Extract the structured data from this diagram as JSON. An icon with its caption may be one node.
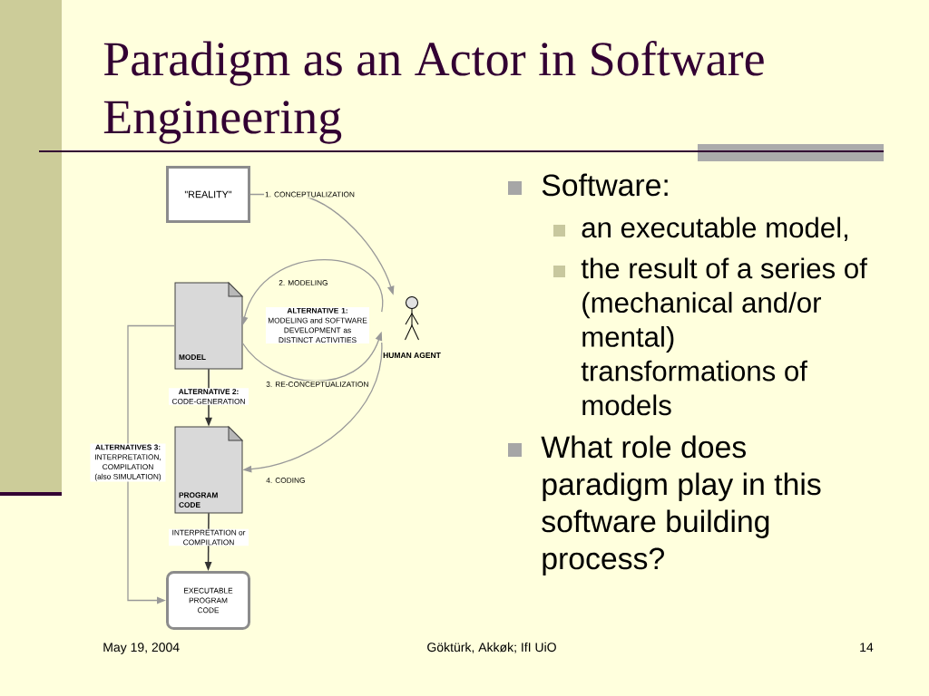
{
  "diagram": {
    "title": "Paradigm as an Actor in Software Engineering",
    "nodes": [
      {
        "text": [
          "\"REALITY\""
        ]
      },
      {
        "text": [
          "MODEL"
        ]
      },
      {
        "text": [
          "HUMAN AGENT"
        ]
      },
      {
        "text": [
          "PROGRAM CODE"
        ]
      },
      {
        "text": [
          "EXECUTABLE PROGRAM CODE"
        ]
      }
    ],
    "edges": [
      {
        "from": 0,
        "to": 2,
        "arrow": "to",
        "label": "1. CONCEPTUALIZATION"
      },
      {
        "from": 2,
        "to": 1,
        "arrow": "to",
        "label": "2. MODELING"
      },
      {
        "from": 1,
        "to": 2,
        "arrow": "to",
        "label": "3. RE-CONCEPTUALIZATION"
      },
      {
        "from": 2,
        "to": 3,
        "arrow": "to",
        "label": "4. CODING"
      },
      {
        "from": 1,
        "to": 3,
        "arrow": "to",
        "label": "**ALTERNATIVE 2:** CODE-GENERATION",
        "color": "#333333"
      },
      {
        "from": 3,
        "to": 4,
        "arrow": "to",
        "label": "INTERPRETATION or COMPILATION",
        "color": "#333333"
      },
      {
        "from": 1,
        "to": 4,
        "arrow": "to",
        "label": "**ALTERNATIVES 3:** INTERPRETATION, COMPILATION (also SIMULATION)"
      }
    ],
    "labels": [
      "**ALTERNATIVE 1:** MODELING and SOFTWARE DEVELOPMENT as DISTINCT ACTIVITIES",
      "Software:",
      "an executable model,",
      "the result of a series of (mechanical and/or mental) transformations of models",
      "What role does paradigm play in this software building process?",
      "May 19, 2004",
      "Göktürk, Akkøk; IfI UiO",
      "14"
    ]
  }
}
